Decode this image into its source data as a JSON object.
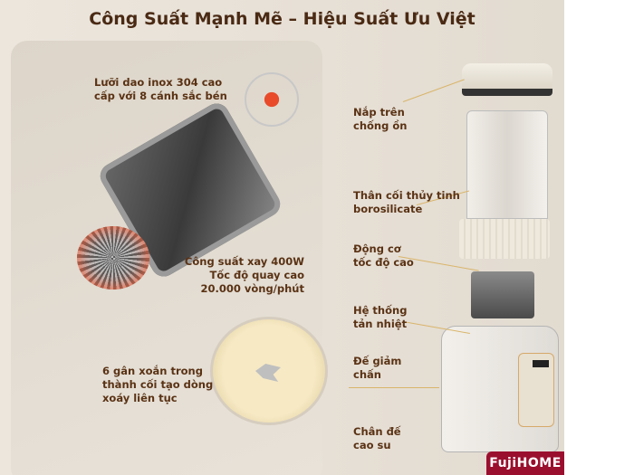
{
  "title": "Công Suất Mạnh Mẽ – Hiệu Suất Ưu Việt",
  "left_panel": {
    "blade_line1": "Lưỡi dao inox 304 cao",
    "blade_line2": "cấp với 8 cánh sắc bén",
    "motor_line1": "Công suất xay 400W",
    "motor_line2": "Tốc độ quay cao",
    "motor_line3": "20.000 vòng/phút",
    "rib_line1": "6 gân xoắn trong",
    "rib_line2": "thành cối tạo dòng",
    "rib_line3": "xoáy liên tục"
  },
  "parts": [
    {
      "l1": "Nắp trên",
      "l2": "chống ồn"
    },
    {
      "l1": "Thân cối thủy tinh",
      "l2": "borosilicate"
    },
    {
      "l1": "Động cơ",
      "l2": "tốc độ cao"
    },
    {
      "l1": "Hệ thống",
      "l2": "tản nhiệt"
    },
    {
      "l1": "Đế giảm",
      "l2": "chấn"
    },
    {
      "l1": "Chân đế",
      "l2": "cao su"
    }
  ],
  "brand": {
    "logo": "FujiHOME",
    "color": "#9a0f2e"
  },
  "colors": {
    "text": "#5a3214",
    "accent_line": "#d9b56a",
    "background": "#e9e3da"
  }
}
